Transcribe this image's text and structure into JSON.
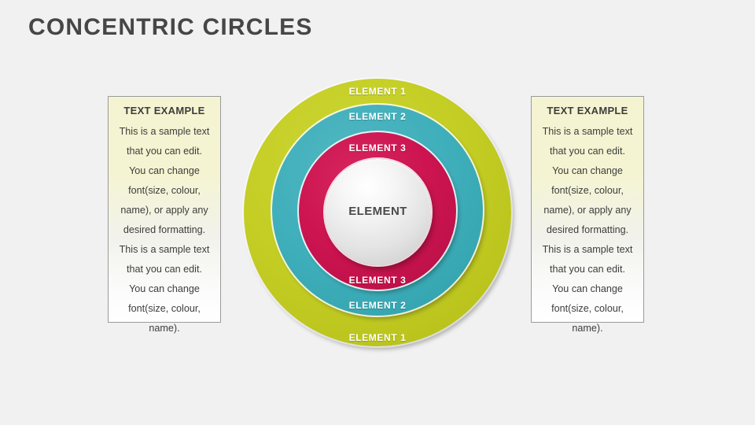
{
  "slide": {
    "title": "CONCENTRIC CIRCLES",
    "background_color": "#f1f1f1",
    "title_color": "#464646"
  },
  "panels": {
    "left": {
      "heading": "TEXT EXAMPLE",
      "body": "This is a sample text that you can edit. You can change font(size, colour, name), or apply any desired formatting. This is a sample text that you can edit.  You can change font(size, colour, name)."
    },
    "right": {
      "heading": "TEXT EXAMPLE",
      "body": "This is a sample text that you can edit. You can change font(size, colour, name), or apply any desired formatting. This is a sample text that you can edit.  You can change font(size, colour, name)."
    }
  },
  "diagram": {
    "type": "concentric-circles",
    "center_label": "ELEMENT",
    "rings": [
      {
        "label": "ELEMENT 1",
        "color": "#c3cd23",
        "position": "outer"
      },
      {
        "label": "ELEMENT 2",
        "color": "#3fafbb",
        "position": "middle"
      },
      {
        "label": "ELEMENT 3",
        "color": "#cc1450",
        "position": "inner"
      }
    ],
    "labels": {
      "top_1": "ELEMENT 1",
      "top_2": "ELEMENT 2",
      "top_3": "ELEMENT 3",
      "bottom_3": "ELEMENT 3",
      "bottom_2": "ELEMENT 2",
      "bottom_1": "ELEMENT 1"
    },
    "center_color": "#e3e3e3",
    "label_color": "#ffffff"
  }
}
